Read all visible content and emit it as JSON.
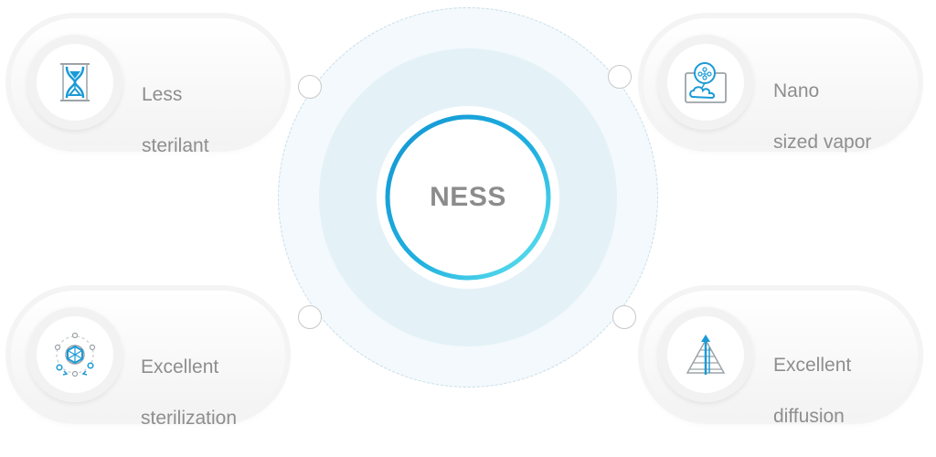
{
  "center": {
    "title": "NESS"
  },
  "features": {
    "less_sterilant": {
      "icon": "hourglass-icon",
      "line1": "Less",
      "line2": "sterilant"
    },
    "nano_vapor": {
      "icon": "nano-vapor-icon",
      "line1": "Nano",
      "line2": "sized vapor"
    },
    "excellent_sterilization": {
      "icon": "sterilization-cycle-icon",
      "line1": "Excellent",
      "line2": "sterilization"
    },
    "excellent_diffusion": {
      "icon": "pyramid-diffusion-icon",
      "line1": "Excellent",
      "line2": "diffusion"
    }
  },
  "colors": {
    "label_gray": "#8e8e8e",
    "accent_blue": "#1a9ad6",
    "accent_cyan": "#5ee0ee",
    "ring_light": "#e4f2f8"
  }
}
